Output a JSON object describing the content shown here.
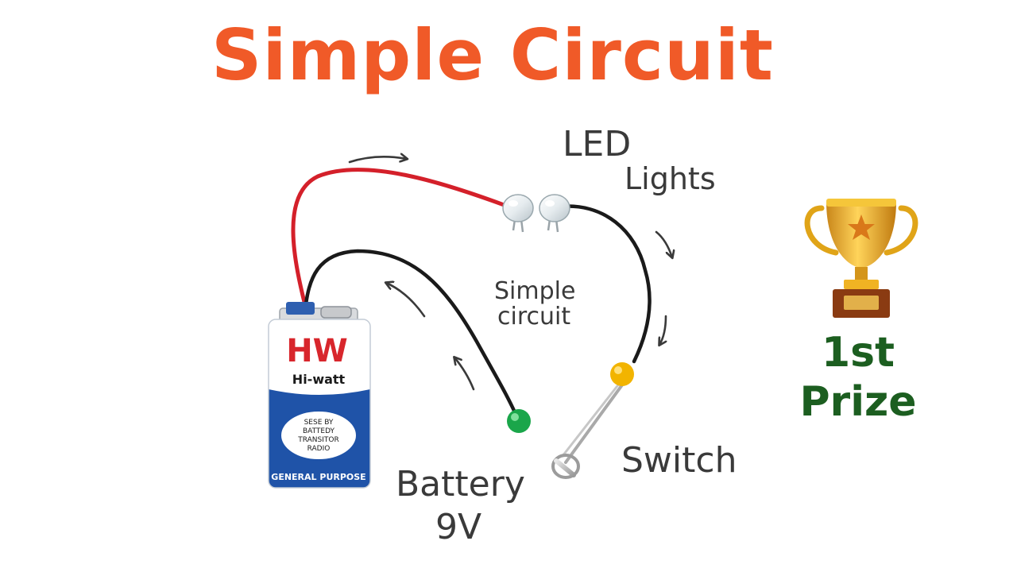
{
  "title": "Simple Circuit",
  "colors": {
    "title": "#f05a28",
    "prize": "#1c5e20",
    "red_wire": "#d4202a",
    "black_wire": "#1a1a1a",
    "battery_blue": "#1f53a8",
    "battery_top": "#ffffff",
    "brand_red": "#d8262c",
    "green_bead": "#1aa64a",
    "yellow_bead": "#f2b400",
    "trophy_gold": "#f0b323"
  },
  "labels": {
    "led_line1": "LED",
    "led_line2": "Lights",
    "simple_line1": "Simple",
    "simple_line2": "circuit",
    "switch": "Switch",
    "battery_line1": "Battery",
    "battery_line2": "9V"
  },
  "battery": {
    "brand_logo": "HW",
    "brand_name": "Hi-watt",
    "oval_lines": [
      "SESE BY",
      "BATTEDY",
      "TRANSITOR",
      "RADIO"
    ],
    "purpose": "GENERAL PURPOSE"
  },
  "prize": {
    "line1": "1st",
    "line2": "Prize",
    "icon": "trophy-icon"
  }
}
